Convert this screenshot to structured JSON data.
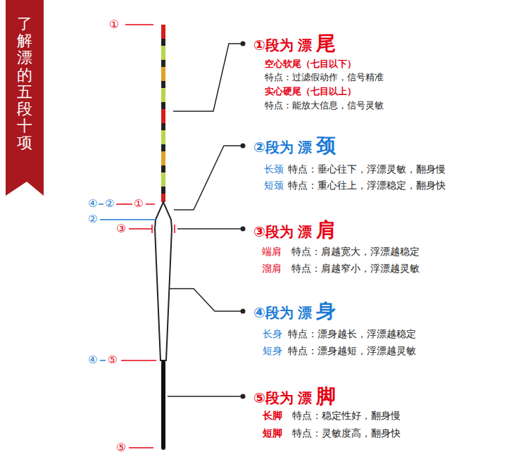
{
  "diagram": {
    "title": "了解漂的五段十项",
    "labels": [
      "①",
      "④",
      "②",
      "①",
      "②",
      "③",
      "④",
      "⑤",
      "⑤",
      "①段为",
      "漂",
      "尾",
      "空心软尾（七目以下）",
      "特点：过滤假动作，信号精准",
      "实心硬尾（七目以上）",
      "特点：能放大信息，信号灵敏",
      "②段为",
      "漂",
      "颈",
      "长颈",
      "特点：垂心往下，浮漂灵敏，翻身慢",
      "短颈",
      "特点：重心往上，浮漂稳定，翻身快",
      "③段为",
      "漂",
      "肩",
      "端肩",
      "特点：肩越宽大，浮漂越稳定",
      "溜肩",
      "特点：肩越窄小，浮漂越灵敏",
      "④段为",
      "漂",
      "身",
      "长身",
      "特点：漂身越长，浮漂越稳定",
      "短身",
      "特点：漂身越短，浮漂越灵敏",
      "⑤段为",
      "漂",
      "脚",
      "长脚",
      "特点：稳定性好，翻身慢",
      "短脚",
      "特点：灵敏度高，翻身快"
    ]
  }
}
